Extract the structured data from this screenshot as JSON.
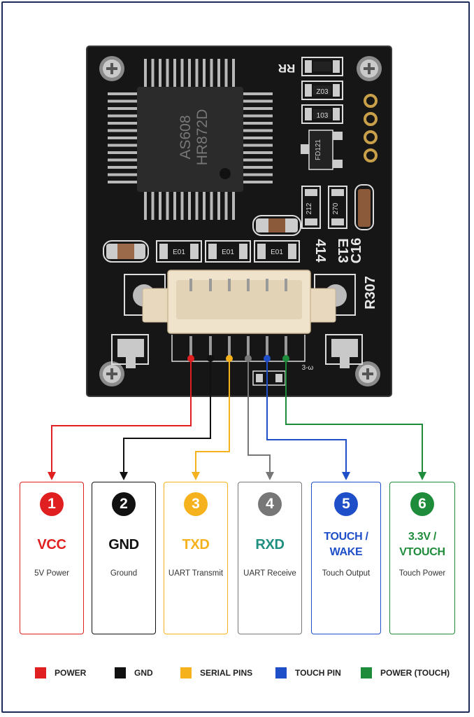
{
  "board": {
    "chip_line1": "AS608",
    "chip_line2": "HR872D",
    "label_rr": "RR",
    "label_z03": "Z03",
    "label_103": "103",
    "label_fd121": "FD121",
    "label_212": "212",
    "label_270": "270",
    "label_e01_a": "E01",
    "label_e01_b": "E01",
    "label_e01_c": "E01",
    "label_414": "414",
    "label_e13": "E13",
    "label_c16": "C16",
    "label_r307": "R307",
    "label_3w": "3-ω"
  },
  "pins": [
    {
      "num": "1",
      "name": "VCC",
      "desc": "5V Power",
      "color": "#e02020"
    },
    {
      "num": "2",
      "name": "GND",
      "desc": "Ground",
      "color": "#111111"
    },
    {
      "num": "3",
      "name": "TXD",
      "desc": "UART Transmit",
      "color": "#f5b21d"
    },
    {
      "num": "4",
      "name": "RXD",
      "desc": "UART Receive",
      "color": "#777777",
      "name_color": "#1f8f80"
    },
    {
      "num": "5",
      "name": "TOUCH / WAKE",
      "desc": "Touch Output",
      "color": "#1f4fc8"
    },
    {
      "num": "6",
      "name": "3.3V / VTOUCH",
      "desc": "Touch Power",
      "color": "#1e8c3a"
    }
  ],
  "legend": [
    {
      "label": "POWER",
      "color": "#e02020"
    },
    {
      "label": "GND",
      "color": "#111111"
    },
    {
      "label": "SERIAL PINS",
      "color": "#f5b21d"
    },
    {
      "label": "TOUCH PIN",
      "color": "#1f4fc8"
    },
    {
      "label": "POWER (TOUCH)",
      "color": "#1e8c3a"
    }
  ]
}
